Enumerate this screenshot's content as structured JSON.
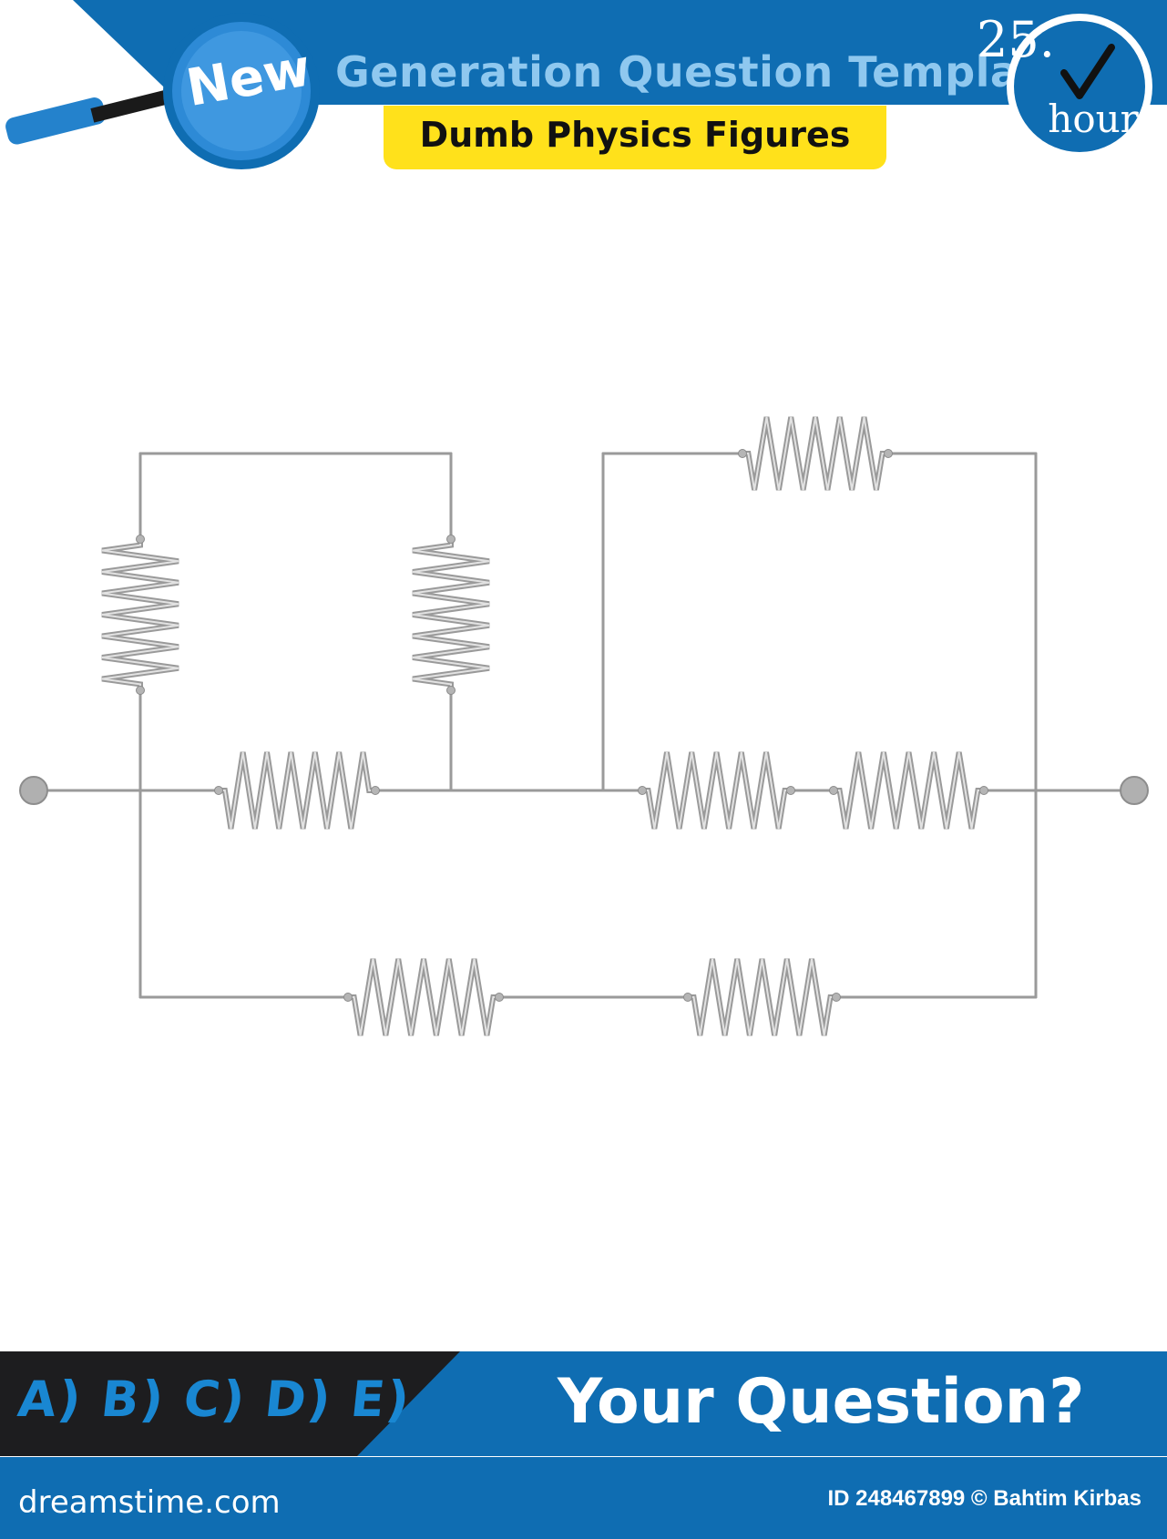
{
  "header": {
    "title": "Generation Question Template",
    "subtitle": "Dumb Physics Figures",
    "badge": "New",
    "clock_number": "25.",
    "clock_unit": "hour"
  },
  "footer": {
    "answers": "A) B) C) D) E)",
    "question": "Your Question?"
  },
  "credits": {
    "brand": "dreamstime.com",
    "image_credit": "ID 248467899 © Bahtim Kirbas"
  },
  "colors": {
    "header_blue": "#0f6db2",
    "title_light_blue": "#8fc8ef",
    "subtitle_yellow": "#ffe11b",
    "wire_gray": "#9a9a9a",
    "answer_blue": "#1987d2",
    "footer_dark": "#1d1d1f"
  }
}
